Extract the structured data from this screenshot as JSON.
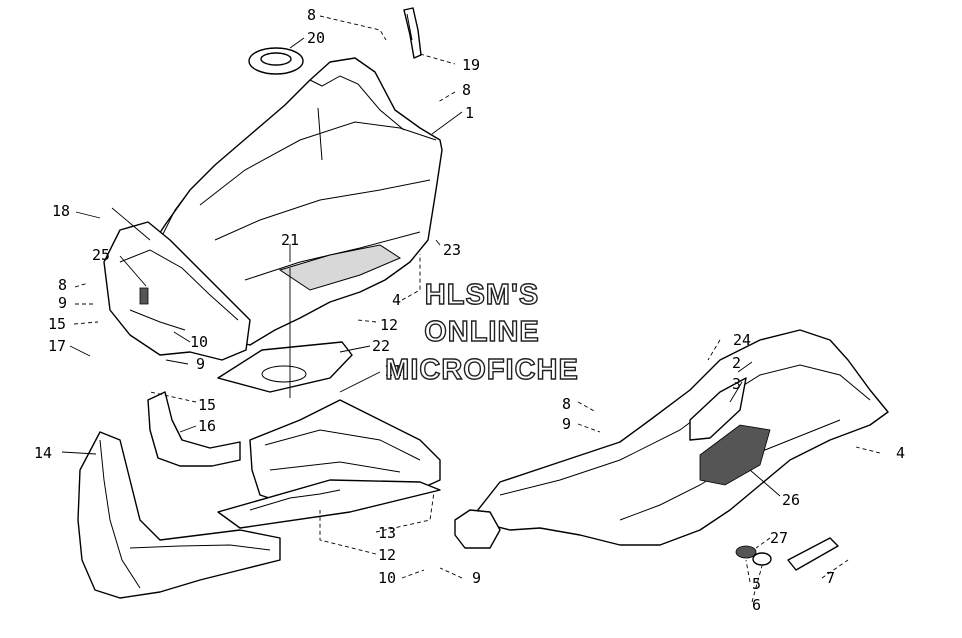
{
  "watermark": {
    "line1": "HLSM'S",
    "line2": "ONLINE",
    "line3": "MICROFICHE"
  },
  "callouts": [
    "8",
    "20",
    "19",
    "8",
    "1",
    "18",
    "21",
    "23",
    "25",
    "8",
    "9",
    "4",
    "12",
    "15",
    "10",
    "17",
    "9",
    "22",
    "11",
    "24",
    "2",
    "3",
    "15",
    "16",
    "8",
    "9",
    "4",
    "14",
    "26",
    "13",
    "12",
    "27",
    "10",
    "9",
    "5",
    "7",
    "6"
  ]
}
